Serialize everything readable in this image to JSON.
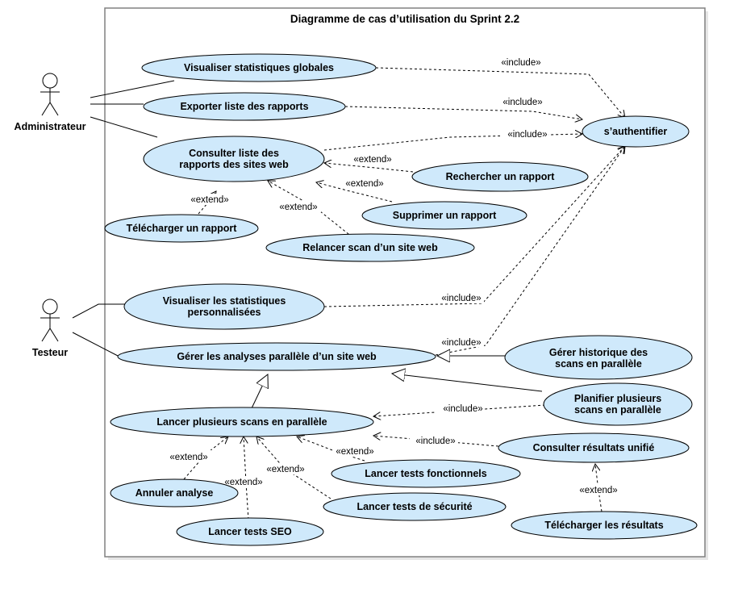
{
  "title": "Diagramme de cas d’utilisation du Sprint 2.2",
  "actors": {
    "admin": "Administrateur",
    "tester": "Testeur"
  },
  "use_cases": {
    "visualiser_stats_globales": [
      "Visualiser statistiques globales"
    ],
    "exporter_liste": [
      "Exporter liste des rapports"
    ],
    "authentifier": [
      "s’authentifier"
    ],
    "consulter_liste": [
      "Consulter liste des",
      "rapports des sites web"
    ],
    "rechercher": [
      "Rechercher un rapport"
    ],
    "supprimer": [
      "Supprimer un rapport"
    ],
    "telecharger_rapport": [
      "Télécharger un rapport"
    ],
    "relancer_scan": [
      "Relancer scan d’un site web"
    ],
    "visualiser_stats_perso": [
      "Visualiser les statistiques",
      "personnalisées"
    ],
    "gerer_analyses": [
      "Gérer les analyses parallèle d’un site web"
    ],
    "gerer_historique": [
      "Gérer historique des",
      "scans en parallèle"
    ],
    "planifier": [
      "Planifier plusieurs",
      "scans en parallèle"
    ],
    "lancer_plusieurs": [
      "Lancer plusieurs scans en parallèle"
    ],
    "consulter_resultats": [
      "Consulter résultats unifié"
    ],
    "lancer_fonctionnels": [
      "Lancer tests fonctionnels"
    ],
    "annuler": [
      "Annuler analyse"
    ],
    "lancer_securite": [
      "Lancer tests de sécurité"
    ],
    "lancer_seo": [
      "Lancer tests SEO"
    ],
    "telecharger_resultats": [
      "Télécharger les résultats"
    ]
  },
  "stereotypes": {
    "include": "«include»",
    "extend": "«extend»"
  },
  "colors": {
    "use_case_fill": "#cfe9fb",
    "border": "#000000",
    "boundary": "#808080"
  }
}
